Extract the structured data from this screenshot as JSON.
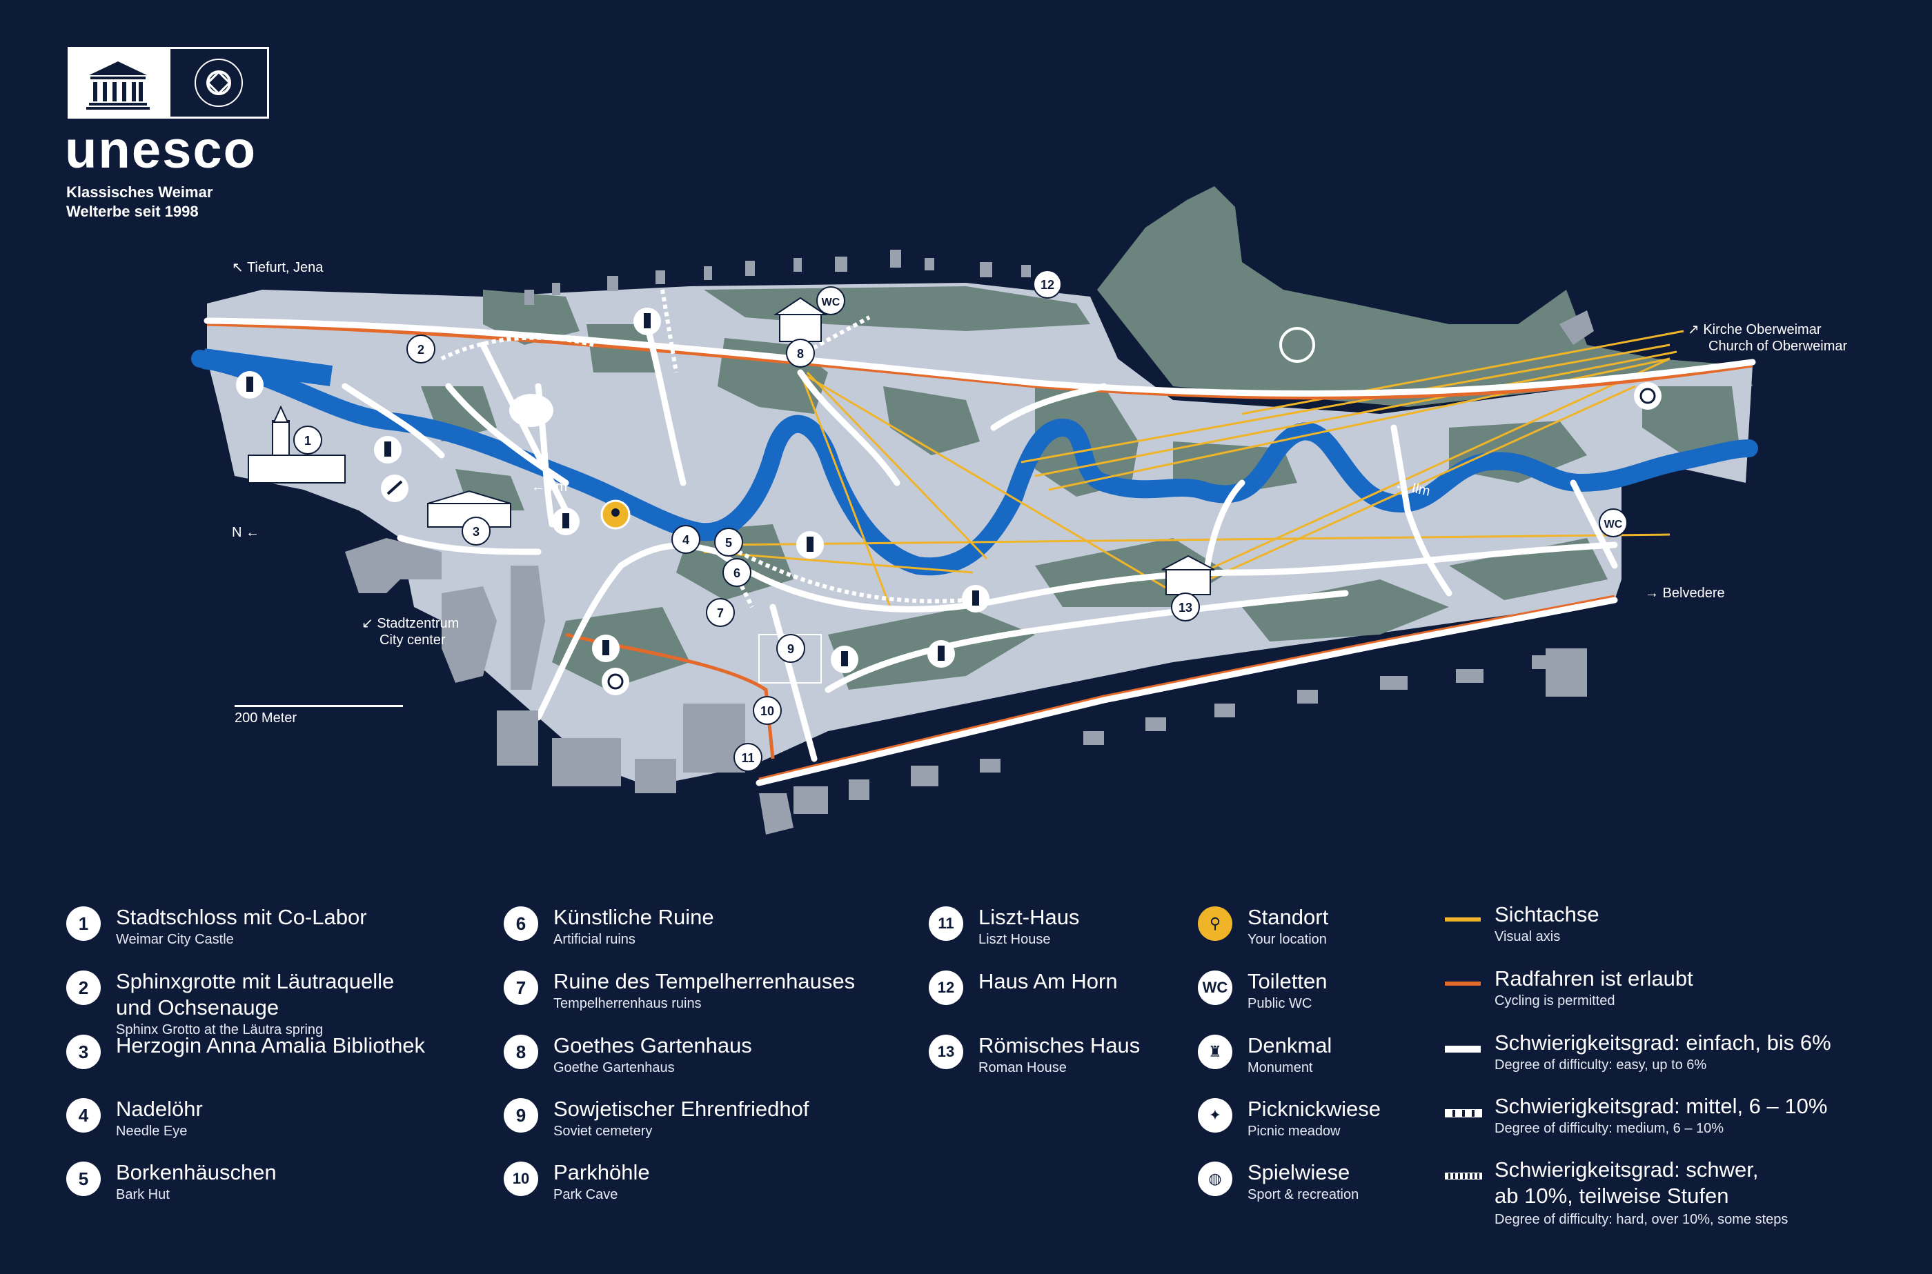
{
  "header": {
    "logo_word": "unesco",
    "line1": "Klassisches Weimar",
    "line2": "Welterbe seit 1998"
  },
  "directions": {
    "tiefurt": "↖ Tiefurt, Jena",
    "oberweimar_de": "↗ Kirche Oberweimar",
    "oberweimar_en": "Church of Oberweimar",
    "belvedere": "→ Belvedere",
    "center_de": "↙ Stadtzentrum",
    "center_en": "City center",
    "north": "N ←",
    "river1": "← Ilm",
    "river2": "← Ilm"
  },
  "scale": "200 Meter",
  "markers": [
    "1",
    "2",
    "3",
    "4",
    "5",
    "6",
    "7",
    "8",
    "9",
    "10",
    "11",
    "12",
    "13"
  ],
  "wc_label": "WC",
  "legend": {
    "places": [
      {
        "num": "1",
        "de": "Stadtschloss mit Co-Labor",
        "en": "Weimar City Castle"
      },
      {
        "num": "2",
        "de": "Sphinxgrotte mit Läutraquelle",
        "de2": "und Ochsenauge",
        "en": "Sphinx Grotto at the Läutra spring"
      },
      {
        "num": "3",
        "de": "Herzogin Anna Amalia Bibliothek",
        "en": ""
      },
      {
        "num": "4",
        "de": "Nadelöhr",
        "en": "Needle Eye"
      },
      {
        "num": "5",
        "de": "Borkenhäuschen",
        "en": "Bark Hut"
      },
      {
        "num": "6",
        "de": "Künstliche Ruine",
        "en": "Artificial ruins"
      },
      {
        "num": "7",
        "de": "Ruine des Tempelherrenhauses",
        "en": "Tempelherrenhaus ruins"
      },
      {
        "num": "8",
        "de": "Goethes Gartenhaus",
        "en": "Goethe Gartenhaus"
      },
      {
        "num": "9",
        "de": "Sowjetischer Ehrenfriedhof",
        "en": "Soviet cemetery"
      },
      {
        "num": "10",
        "de": "Parkhöhle",
        "en": "Park Cave"
      },
      {
        "num": "11",
        "de": "Liszt-Haus",
        "en": "Liszt House"
      },
      {
        "num": "12",
        "de": "Haus Am Horn",
        "en": ""
      },
      {
        "num": "13",
        "de": "Römisches Haus",
        "en": "Roman House"
      }
    ],
    "symbols": [
      {
        "icon": "location-pin-icon",
        "de": "Standort",
        "en": "Your location"
      },
      {
        "icon": "wc-icon",
        "badge": "WC",
        "de": "Toiletten",
        "en": "Public WC"
      },
      {
        "icon": "monument-icon",
        "de": "Denkmal",
        "en": "Monument"
      },
      {
        "icon": "picnic-icon",
        "de": "Picknickwiese",
        "en": "Picnic meadow"
      },
      {
        "icon": "volleyball-icon",
        "de": "Spielwiese",
        "en": "Sport & recreation"
      }
    ],
    "lines": [
      {
        "de": "Sichtachse",
        "en": "Visual axis"
      },
      {
        "de": "Radfahren ist erlaubt",
        "en": "Cycling is permitted"
      },
      {
        "de": "Schwierigkeitsgrad: einfach, bis 6%",
        "en": "Degree of difficulty: easy, up to 6%"
      },
      {
        "de": "Schwierigkeitsgrad: mittel,  6 – 10%",
        "en": "Degree of difficulty: medium, 6 – 10%"
      },
      {
        "de": "Schwierigkeitsgrad: schwer,",
        "de2": "ab 10%, teilweise Stufen",
        "en": "Degree of difficulty: hard, over 10%, some steps"
      }
    ]
  },
  "colors": {
    "background": "#0e1b38",
    "park_light": "#c4cbd8",
    "park_green": "#6b847e",
    "river": "#1769c4",
    "visual_axis": "#f0b429",
    "cycling": "#e36a2a",
    "path": "#ffffff"
  }
}
